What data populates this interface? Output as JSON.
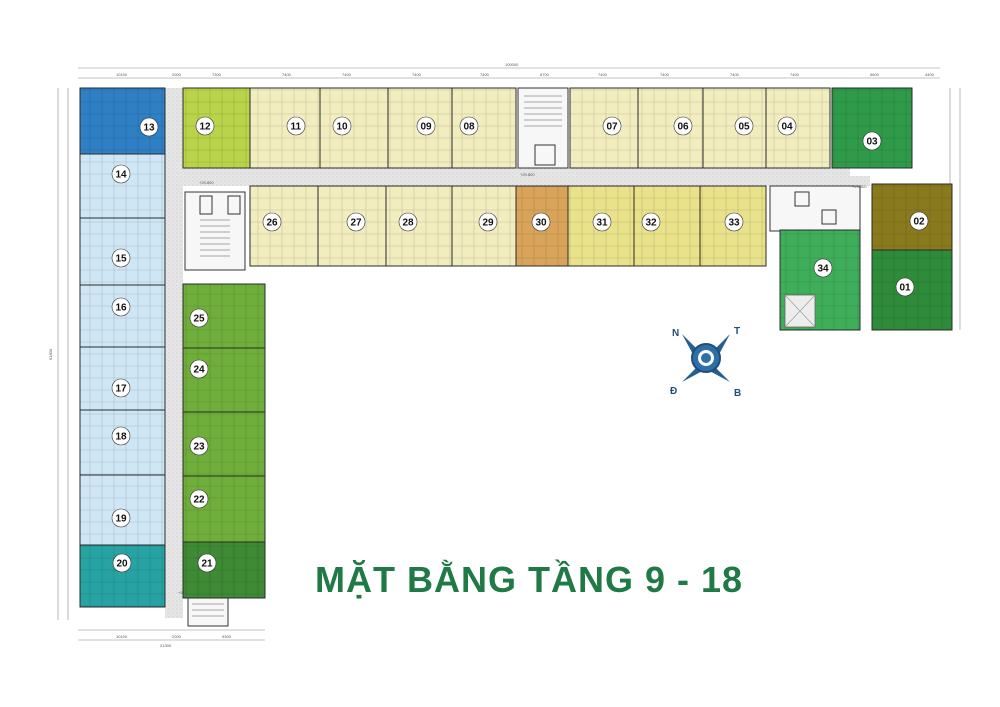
{
  "title": "MẶT BẰNG TẦNG 9 - 18",
  "compass": {
    "n": "N",
    "t": "T",
    "d": "Đ",
    "b": "B"
  },
  "corridor_levels": [
    "+29.800",
    "+29.800",
    "+29.800",
    "+29.800"
  ],
  "dimensions": {
    "top_total": "100000",
    "top_segments": [
      "10100",
      "2000",
      "7300",
      "7400",
      "7400",
      "7400",
      "7400",
      "6700",
      "7400",
      "7400",
      "7400",
      "7400",
      "5600",
      "4400"
    ],
    "bottom_segments": [
      "10100",
      "2000",
      "9300"
    ],
    "bottom_total": "21300",
    "left_total": "61800"
  },
  "units": [
    {
      "id": "01",
      "color": "#2e8b3a"
    },
    {
      "id": "02",
      "color": "#8a7a1e"
    },
    {
      "id": "03",
      "color": "#2f9a4a"
    },
    {
      "id": "04",
      "color": "#f1edbf"
    },
    {
      "id": "05",
      "color": "#f1edbf"
    },
    {
      "id": "06",
      "color": "#f1edbf"
    },
    {
      "id": "07",
      "color": "#f1edbf"
    },
    {
      "id": "08",
      "color": "#f1edbf"
    },
    {
      "id": "09",
      "color": "#f1edbf"
    },
    {
      "id": "10",
      "color": "#f1edbf"
    },
    {
      "id": "11",
      "color": "#f1edbf"
    },
    {
      "id": "12",
      "color": "#b9d44a"
    },
    {
      "id": "13",
      "color": "#2e7fc4"
    },
    {
      "id": "14",
      "color": "#cfe7f5"
    },
    {
      "id": "15",
      "color": "#cfe7f5"
    },
    {
      "id": "16",
      "color": "#cfe7f5"
    },
    {
      "id": "17",
      "color": "#cfe7f5"
    },
    {
      "id": "18",
      "color": "#cfe7f5"
    },
    {
      "id": "19",
      "color": "#cfe7f5"
    },
    {
      "id": "20",
      "color": "#27a3a3"
    },
    {
      "id": "21",
      "color": "#3e8a35"
    },
    {
      "id": "22",
      "color": "#6fae3a"
    },
    {
      "id": "23",
      "color": "#6fae3a"
    },
    {
      "id": "24",
      "color": "#6fae3a"
    },
    {
      "id": "25",
      "color": "#6fae3a"
    },
    {
      "id": "26",
      "color": "#f1edbf"
    },
    {
      "id": "27",
      "color": "#f1edbf"
    },
    {
      "id": "28",
      "color": "#f1edbf"
    },
    {
      "id": "29",
      "color": "#f1edbf"
    },
    {
      "id": "30",
      "color": "#d9a45a"
    },
    {
      "id": "31",
      "color": "#e9e28a"
    },
    {
      "id": "32",
      "color": "#e9e28a"
    },
    {
      "id": "33",
      "color": "#e9e28a"
    },
    {
      "id": "34",
      "color": "#3fae5a"
    }
  ]
}
